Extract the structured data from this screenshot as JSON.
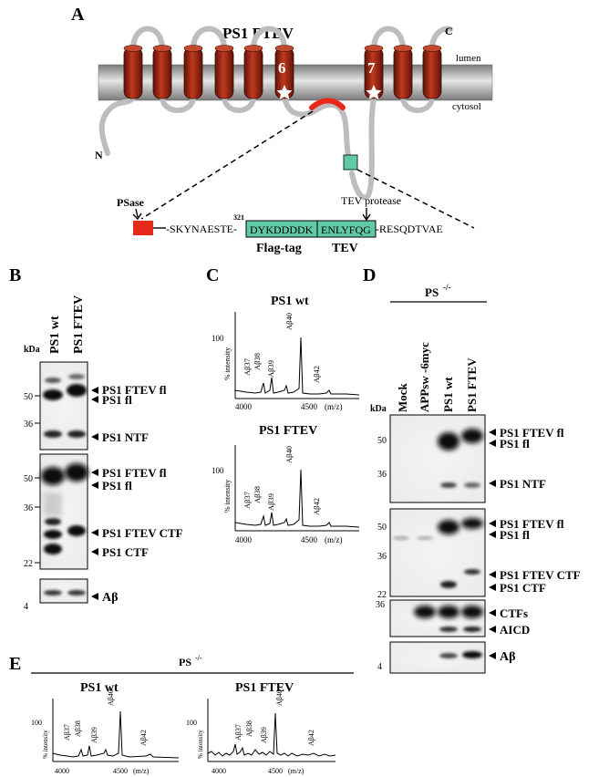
{
  "panelA": {
    "letter": "A",
    "title": "PS1 FTEV",
    "lumen": "lumen",
    "cytosol": "cytosol",
    "n_term": "N",
    "c_term": "C",
    "tm6": "6",
    "tm7": "7",
    "psase": "PSase",
    "tev_protease": "TEV protease",
    "seq_prefix": "-SKYNAESTE-",
    "seq_num": "321",
    "flag_seq": "DYKDDDDK",
    "tev_seq": "ENLYFQG",
    "seq_suffix": "-RESQDTVAE",
    "flag_tag": "Flag-tag",
    "tev": "TEV",
    "colors": {
      "tm": "#a52a12",
      "loop": "#bdbdbd",
      "membrane": "#9a9a9a",
      "tag": "#5fc9a8",
      "psase": "#e8281a"
    }
  },
  "panelB": {
    "letter": "B",
    "kda": "kDa",
    "lanes": [
      "PS1 wt",
      "PS1 FTEV"
    ],
    "blot1_markers": [
      "50",
      "36"
    ],
    "blot1_labels": [
      "PS1 FTEV fl",
      "PS1 fl",
      "PS1 NTF"
    ],
    "blot2_markers": [
      "50",
      "36",
      "22"
    ],
    "blot2_labels": [
      "PS1 FTEV fl",
      "PS1 fl",
      "PS1 FTEV CTF",
      "PS1 CTF"
    ],
    "blot3_markers": [
      "4"
    ],
    "blot3_labels": [
      "Aβ"
    ]
  },
  "panelC": {
    "letter": "C",
    "spectra": [
      {
        "title": "PS1 wt",
        "y100": "100",
        "ylabel": "% intensity",
        "x1": "4000",
        "x2": "4500",
        "xunit": "(m/z)",
        "peaks": [
          "Aβ37",
          "Aβ38",
          "Aβ39",
          "Aβ40",
          "Aβ42"
        ]
      },
      {
        "title": "PS1 FTEV",
        "y100": "100",
        "ylabel": "% intensity",
        "x1": "4000",
        "x2": "4500",
        "xunit": "(m/z)",
        "peaks": [
          "Aβ37",
          "Aβ38",
          "Aβ39",
          "Aβ40",
          "Aβ42"
        ]
      }
    ]
  },
  "panelD": {
    "letter": "D",
    "ps_label": "PS",
    "ps_sup": "-/-",
    "kda": "kDa",
    "lanes": [
      "Mock",
      "APPsw -6myc",
      "PS1 wt",
      "PS1 FTEV"
    ],
    "blot1_markers": [
      "50",
      "36"
    ],
    "blot1_labels": [
      "PS1 FTEV fl",
      "PS1 fl",
      "PS1 NTF"
    ],
    "blot2_markers": [
      "50",
      "36",
      "22"
    ],
    "blot2_labels": [
      "PS1 FTEV fl",
      "PS1 fl",
      "PS1 FTEV CTF",
      "PS1 CTF"
    ],
    "blot3_markers": [
      "36"
    ],
    "blot3_labels": [
      "CTFs",
      "AICD"
    ],
    "blot4_markers": [
      "4"
    ],
    "blot4_labels": [
      "Aβ"
    ]
  },
  "panelE": {
    "letter": "E",
    "ps_label": "PS",
    "ps_sup": "-/-",
    "spectra": [
      {
        "title": "PS1 wt",
        "y100": "100",
        "ylabel": "% intensity",
        "x1": "4000",
        "x2": "4500",
        "xunit": "(m/z)",
        "peaks": [
          "Aβ37",
          "Aβ38",
          "Aβ39",
          "Aβ40",
          "Aβ42"
        ]
      },
      {
        "title": "PS1 FTEV",
        "y100": "100",
        "ylabel": "% intensity",
        "x1": "4000",
        "x2": "4500",
        "xunit": "(m/z)",
        "peaks": [
          "Aβ37",
          "Aβ38",
          "Aβ39",
          "Aβ40",
          "Aβ42"
        ]
      }
    ]
  }
}
